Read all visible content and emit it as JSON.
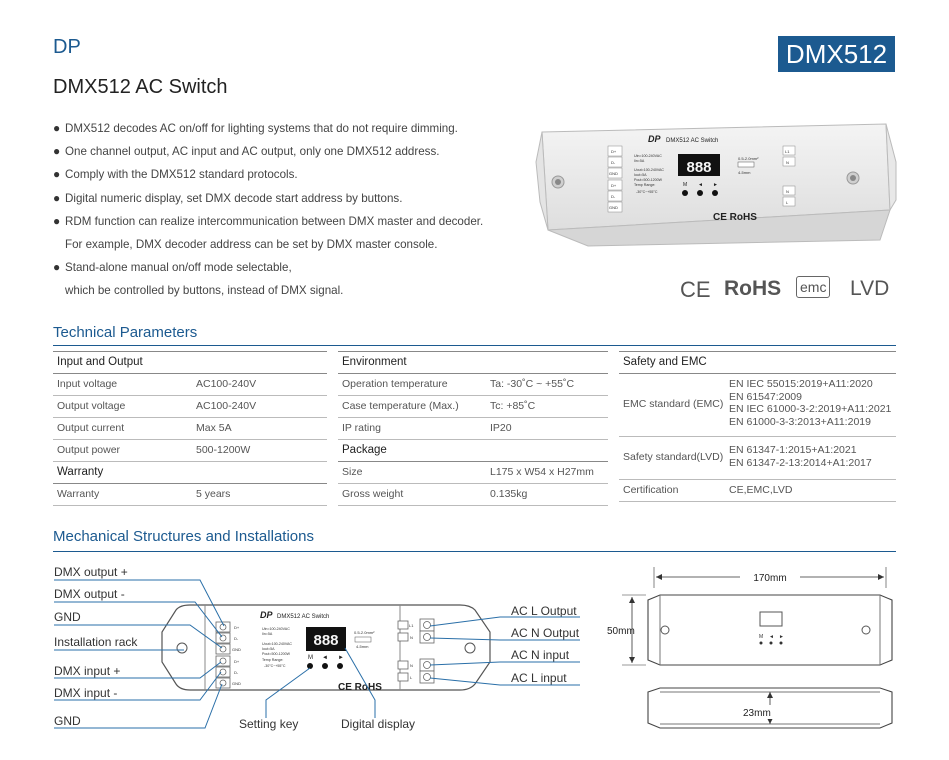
{
  "header": {
    "brand": "DP",
    "series_badge": "DMX512",
    "product_title": "DMX512 AC Switch"
  },
  "features": [
    {
      "lines": [
        "DMX512 decodes AC on/off for lighting systems that do not require dimming."
      ]
    },
    {
      "lines": [
        "One channel output, AC input and AC output, only one DMX512 address."
      ]
    },
    {
      "lines": [
        "Comply with the DMX512 standard protocols."
      ]
    },
    {
      "lines": [
        "Digital numeric display, set DMX decode start address by buttons."
      ]
    },
    {
      "lines": [
        "RDM function can realize intercommunication between DMX master and decoder.",
        "For example, DMX decoder address can be set by DMX master console."
      ]
    },
    {
      "lines": [
        "Stand-alone manual on/off mode selectable,",
        "which be controlled by buttons, instead of DMX signal."
      ]
    }
  ],
  "device": {
    "brand": "DP",
    "model": "DMX512 AC Switch",
    "spec_lines": [
      "Uin=100-240VAC",
      "Iin=5A",
      "Uout=100-240VAC",
      "Iout=5A",
      "Pout=500-1200W",
      "Temp Range:",
      "-30°C~+55°C"
    ],
    "display": "888",
    "button_labels": [
      "M",
      "◄",
      "►"
    ],
    "wire_label": "0.5-2.0mm²",
    "strip_label": "4-5mm",
    "left_terminals": [
      "D+",
      "D-",
      "GND",
      "D+",
      "D-",
      "GND"
    ],
    "right_terminals_top": [
      "L1",
      "N"
    ],
    "right_terminals_bottom": [
      "N",
      "L"
    ],
    "marks": "CE RoHS"
  },
  "certifications": [
    "CE",
    "RoHS",
    "emc",
    "LVD"
  ],
  "tech": {
    "title": "Technical Parameters",
    "col1": {
      "header": "Input and Output",
      "rows": [
        {
          "label": "Input voltage",
          "value": "AC100-240V"
        },
        {
          "label": "Output voltage",
          "value": "AC100-240V"
        },
        {
          "label": "Output current",
          "value": "Max 5A"
        },
        {
          "label": "Output power",
          "value": "500-1200W"
        }
      ],
      "sub_header": "Warranty",
      "sub_rows": [
        {
          "label": "Warranty",
          "value": "5 years"
        }
      ]
    },
    "col2": {
      "header": "Environment",
      "rows": [
        {
          "label": "Operation temperature",
          "value": "Ta: -30˚C ~ +55˚C"
        },
        {
          "label": "Case temperature (Max.)",
          "value": "Tc: +85˚C"
        },
        {
          "label": "IP rating",
          "value": "IP20"
        }
      ],
      "sub_header": "Package",
      "sub_rows": [
        {
          "label": "Size",
          "value": "L175 x W54 x H27mm"
        },
        {
          "label": "Gross weight",
          "value": "0.135kg"
        }
      ]
    },
    "col3": {
      "header": "Safety and EMC",
      "rows": [
        {
          "label": "EMC standard (EMC)",
          "values": [
            "EN IEC 55015:2019+A11:2020",
            "EN 61547:2009",
            "EN IEC 61000-3-2:2019+A11:2021",
            "EN 61000-3-3:2013+A11:2019"
          ]
        },
        {
          "label": "Safety standard(LVD)",
          "values": [
            "EN 61347-1:2015+A1:2021",
            "EN 61347-2-13:2014+A1:2017"
          ]
        },
        {
          "label": "Certification",
          "values": [
            "CE,EMC,LVD"
          ]
        }
      ]
    }
  },
  "mech": {
    "title": "Mechanical Structures and Installations",
    "left_callouts": [
      "DMX output +",
      "DMX output -",
      "GND",
      "Installation rack",
      "DMX input +",
      "DMX input -",
      "GND"
    ],
    "right_callouts": [
      "AC L Output",
      "AC N Output",
      "AC N input",
      "AC L input"
    ],
    "bottom_callouts": [
      "Setting key",
      "Digital display"
    ],
    "dims": {
      "length": "170mm",
      "height": "50mm",
      "depth": "23mm"
    }
  }
}
